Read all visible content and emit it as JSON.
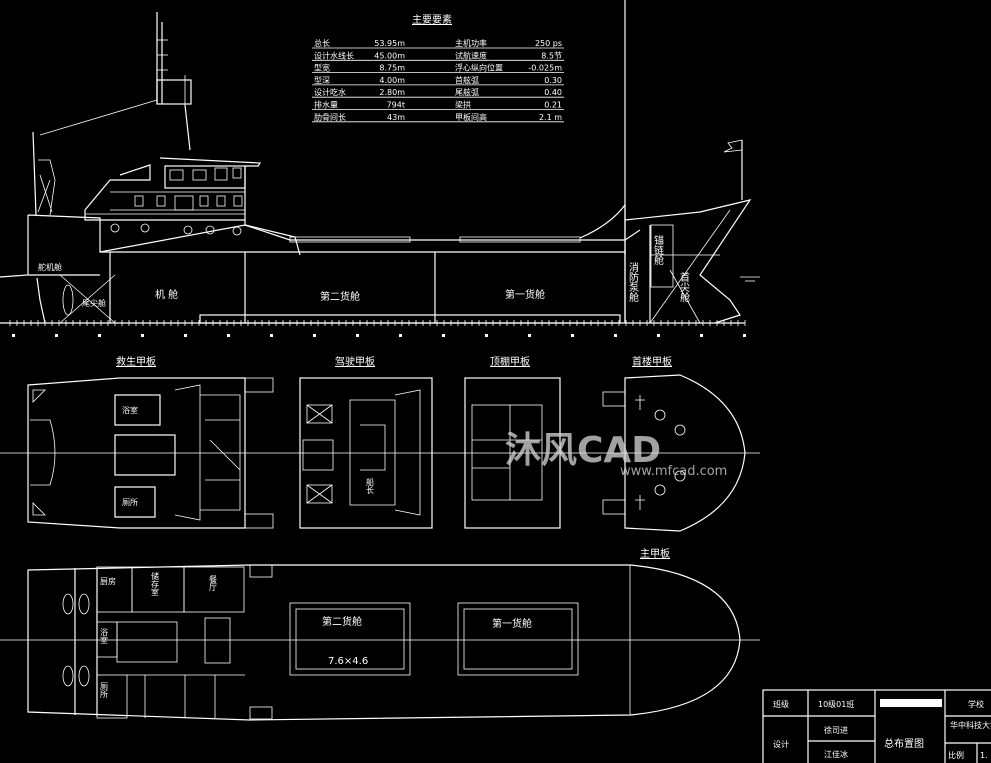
{
  "spec_table": {
    "title": "主要要素",
    "rows": [
      {
        "k1": "总长",
        "v1": "53.95m",
        "k2": "主机功率",
        "v2": "250 ps"
      },
      {
        "k1": "设计水线长",
        "v1": "45.00m",
        "k2": "试航速度",
        "v2": "8.5节"
      },
      {
        "k1": "型宽",
        "v1": "8.75m",
        "k2": "浮心纵向位置",
        "v2": "-0.025m"
      },
      {
        "k1": "型深",
        "v1": "4.00m",
        "k2": "首舷弧",
        "v2": "0.30"
      },
      {
        "k1": "设计吃水",
        "v1": "2.80m",
        "k2": "尾舷弧",
        "v2": "0.40"
      },
      {
        "k1": "排水量",
        "v1": "794t",
        "k2": "梁拱",
        "v2": "0.21"
      },
      {
        "k1": "肋骨间长",
        "v1": "43m",
        "k2": "甲板间高",
        "v2": "2.1 m"
      }
    ]
  },
  "profile": {
    "steering_room": "舵机舱",
    "aft_peak": "尾尖舱",
    "engine_room": "机 舱",
    "hold2": "第二货舱",
    "hold1": "第一货舱",
    "fire_pump": "消防泵舱",
    "chain_locker": "锚链舱",
    "fore_peak": "首尖舱"
  },
  "decks": {
    "boat_deck": {
      "title": "救生甲板",
      "bath": "浴室",
      "toilet": "厕所"
    },
    "bridge_deck": {
      "title": "驾驶甲板",
      "captain": "船长"
    },
    "top_deck": {
      "title": "顶棚甲板"
    },
    "forecastle_deck": {
      "title": "首楼甲板"
    },
    "main_deck": {
      "title": "主甲板",
      "kitchen": "厨房",
      "store": "储存室",
      "mess": "餐厅",
      "bath": "浴室",
      "toilet": "厕所",
      "hold2": "第二货舱",
      "hold1": "第一货舱",
      "hatch_size": "7.6×4.6"
    }
  },
  "title_block": {
    "class_label": "班级",
    "class_value": "10级01班",
    "school_label": "学校",
    "school_value": "华中科技大学文华学院",
    "design_label": "设计",
    "designer1": "徐司进",
    "designer2": "江佳冰",
    "drawing_name": "总布置图",
    "scale_label": "比例",
    "scale_value": "1."
  },
  "watermark": {
    "brand": "沐风CAD",
    "url": "www.mfcad.com"
  }
}
